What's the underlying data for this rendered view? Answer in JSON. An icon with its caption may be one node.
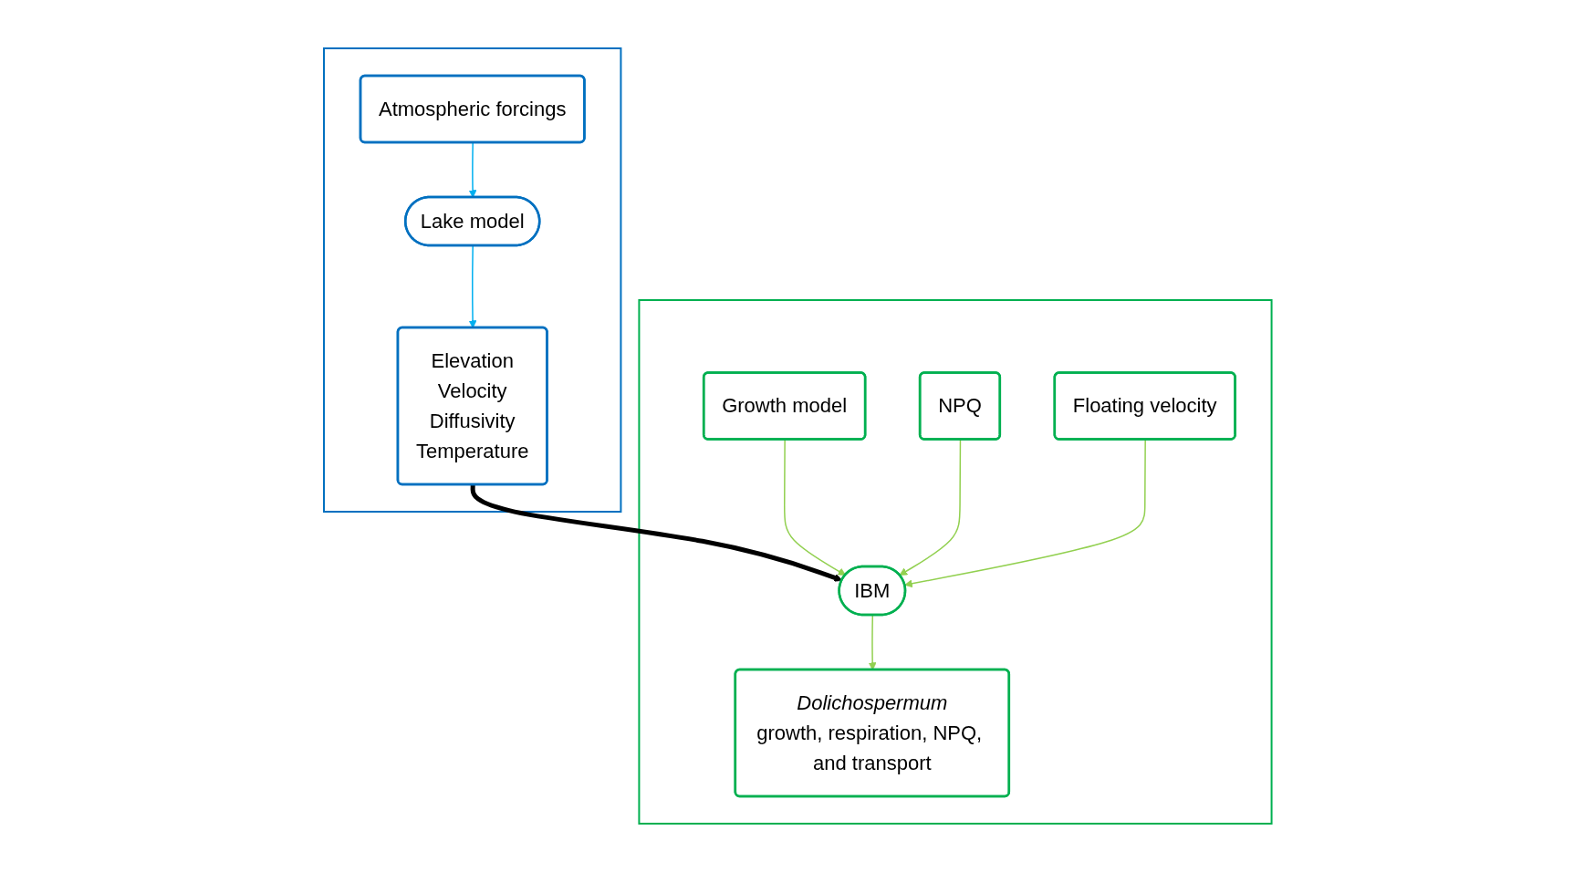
{
  "diagram": {
    "nodes": [
      {
        "text": [],
        "shape": "box"
      },
      {
        "text": [
          "Atmospheric forcings"
        ],
        "in": 0
      },
      {
        "text": [
          "Lake model"
        ],
        "in": 0
      },
      {
        "text": [
          "Elevation",
          "Velocity",
          "Diffusivity",
          "Temperature"
        ],
        "in": 0
      },
      {
        "text": [],
        "shape": "box"
      },
      {
        "text": [
          "Growth model"
        ],
        "in": 4
      },
      {
        "text": [
          "NPQ"
        ],
        "in": 4
      },
      {
        "text": [
          "IBM"
        ],
        "in": 4
      },
      {
        "text": [
          "Floating velocity"
        ],
        "in": 4
      },
      {
        "text": [
          "Dolichospermum",
          "growth, respiration, NPQ, and transport"
        ],
        "in": 4
      }
    ],
    "edges": [
      {
        "from": 1,
        "to": 2,
        "arrow": "to",
        "color": "#00b0f0"
      },
      {
        "from": 2,
        "to": 3,
        "arrow": "to",
        "color": "#00b0f0"
      },
      {
        "from": 3,
        "to": 7,
        "arrow": "to",
        "style": "thick",
        "color": "#000000"
      },
      {
        "from": 5,
        "to": 7,
        "arrow": "to",
        "color": "#92d050"
      },
      {
        "from": 6,
        "to": 7,
        "arrow": "to",
        "color": "#92d050"
      },
      {
        "from": 8,
        "to": 7,
        "arrow": "to",
        "color": "#92d050"
      },
      {
        "from": 7,
        "to": 9,
        "arrow": "to",
        "color": "#92d050"
      }
    ]
  }
}
